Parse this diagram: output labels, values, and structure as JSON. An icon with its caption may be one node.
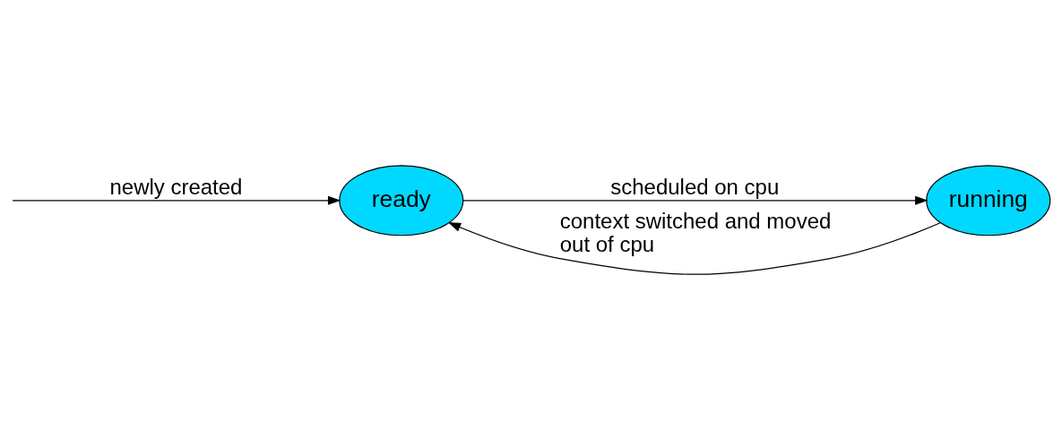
{
  "diagram": {
    "nodes": [
      {
        "text": [
          "ready"
        ]
      },
      {
        "text": [
          "running"
        ]
      }
    ],
    "edges": [
      {
        "from": null,
        "to": 0,
        "arrow": "to",
        "label": "newly created"
      },
      {
        "from": 0,
        "to": 1,
        "arrow": "to",
        "label": "scheduled on cpu"
      },
      {
        "from": 1,
        "to": 0,
        "arrow": "to",
        "label": "context switched and moved out of cpu"
      }
    ]
  }
}
